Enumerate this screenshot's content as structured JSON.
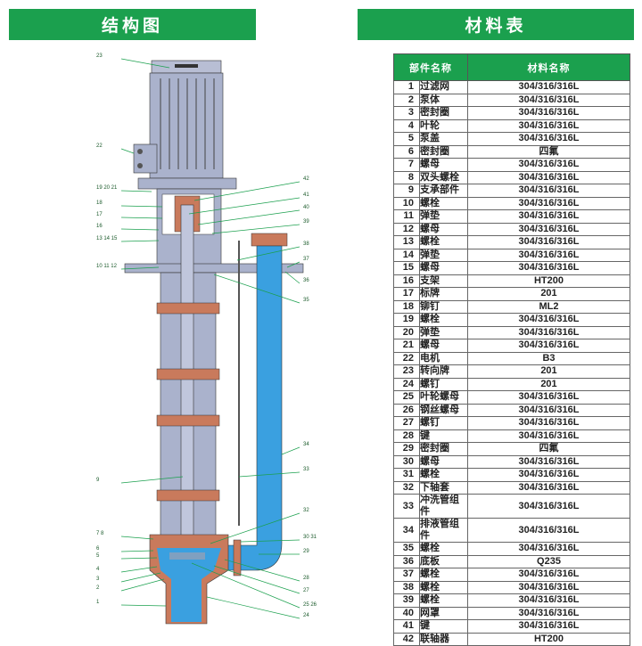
{
  "structure_title": "结构图",
  "materials_title": "材料表",
  "table": {
    "headers": [
      "部件名称",
      "材料名称"
    ],
    "rows": [
      [
        "1",
        "过滤网",
        "304/316/316L"
      ],
      [
        "2",
        "泵体",
        "304/316/316L"
      ],
      [
        "3",
        "密封圈",
        "304/316/316L"
      ],
      [
        "4",
        "叶轮",
        "304/316/316L"
      ],
      [
        "5",
        "泵盖",
        "304/316/316L"
      ],
      [
        "6",
        "密封圈",
        "四氟"
      ],
      [
        "7",
        "螺母",
        "304/316/316L"
      ],
      [
        "8",
        "双头螺栓",
        "304/316/316L"
      ],
      [
        "9",
        "支承部件",
        "304/316/316L"
      ],
      [
        "10",
        "螺栓",
        "304/316/316L"
      ],
      [
        "11",
        "弹垫",
        "304/316/316L"
      ],
      [
        "12",
        "螺母",
        "304/316/316L"
      ],
      [
        "13",
        "螺栓",
        "304/316/316L"
      ],
      [
        "14",
        "弹垫",
        "304/316/316L"
      ],
      [
        "15",
        "螺母",
        "304/316/316L"
      ],
      [
        "16",
        "支架",
        "HT200"
      ],
      [
        "17",
        "标牌",
        "201"
      ],
      [
        "18",
        "铆钉",
        "ML2"
      ],
      [
        "19",
        "螺栓",
        "304/316/316L"
      ],
      [
        "20",
        "弹垫",
        "304/316/316L"
      ],
      [
        "21",
        "螺母",
        "304/316/316L"
      ],
      [
        "22",
        "电机",
        "B3"
      ],
      [
        "23",
        "转向牌",
        "201"
      ],
      [
        "24",
        "螺钉",
        "201"
      ],
      [
        "25",
        "叶轮螺母",
        "304/316/316L"
      ],
      [
        "26",
        "钢丝螺母",
        "304/316/316L"
      ],
      [
        "27",
        "螺钉",
        "304/316/316L"
      ],
      [
        "28",
        "键",
        "304/316/316L"
      ],
      [
        "29",
        "密封圈",
        "四氟"
      ],
      [
        "30",
        "螺母",
        "304/316/316L"
      ],
      [
        "31",
        "螺栓",
        "304/316/316L"
      ],
      [
        "32",
        "下轴套",
        "304/316/316L"
      ],
      [
        "33",
        "冲洗管组件",
        "304/316/316L"
      ],
      [
        "34",
        "排液管组件",
        "304/316/316L"
      ],
      [
        "35",
        "螺栓",
        "304/316/316L"
      ],
      [
        "36",
        "底板",
        "Q235"
      ],
      [
        "37",
        "螺栓",
        "304/316/316L"
      ],
      [
        "38",
        "螺栓",
        "304/316/316L"
      ],
      [
        "39",
        "螺栓",
        "304/316/316L"
      ],
      [
        "40",
        "网罩",
        "304/316/316L"
      ],
      [
        "41",
        "键",
        "304/316/316L"
      ],
      [
        "42",
        "联轴器",
        "HT200"
      ]
    ]
  },
  "callouts_left": [
    "23",
    "22",
    "19 20 21",
    "18",
    "17",
    "16",
    "13 14 15",
    "10 11 12",
    "9",
    "7 8",
    "6",
    "5",
    "4",
    "3",
    "2",
    "1"
  ],
  "callouts_right": [
    "42",
    "41",
    "40",
    "39",
    "38",
    "37",
    "36",
    "35",
    "34",
    "33",
    "32",
    "30 31",
    "29",
    "28",
    "27",
    "25 26",
    "24"
  ],
  "colors": {
    "accent": "#1ba04e",
    "fluid": "#3aa0e0",
    "casting": "#c97a5c",
    "frame": "#a8b0cc"
  }
}
